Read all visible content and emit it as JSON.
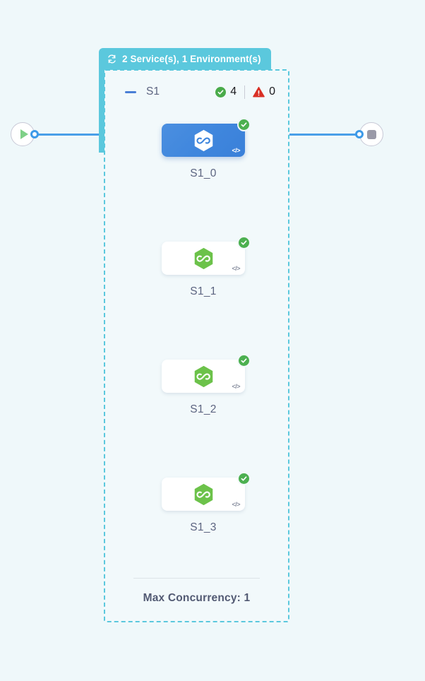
{
  "canvas": {
    "background_color": "#eff8fa"
  },
  "flow": {
    "start_endpoint": {
      "icon": "play-icon",
      "icon_color": "#7ed087"
    },
    "end_endpoint": {
      "icon": "stop-icon",
      "icon_color": "#9a9aa8"
    },
    "connector_color": "#4a9fe8"
  },
  "service_tab": {
    "icon": "refresh-loop-icon",
    "label": "2 Service(s), 1 Environment(s)",
    "background_color": "#5bc8dd",
    "text_color": "#ffffff"
  },
  "group": {
    "border_color": "#5bc8dd",
    "border_style": "dashed",
    "collapse_icon": "minus-icon",
    "name": "S1",
    "counters": [
      {
        "icon": "check-circle-icon",
        "icon_color": "#4aab4a",
        "value": "4"
      },
      {
        "icon": "warning-triangle-icon",
        "icon_color": "#d93025",
        "value": "0"
      }
    ]
  },
  "nodes": [
    {
      "label": "S1_0",
      "selected": true,
      "status": "healthy",
      "status_icon": "check-circle-icon",
      "type_icon": "hexagon-loop-icon",
      "code_icon": "</>",
      "card_color": "#3f86dd",
      "hexagon_color": "#ffffff"
    },
    {
      "label": "S1_1",
      "selected": false,
      "status": "healthy",
      "status_icon": "check-circle-icon",
      "type_icon": "hexagon-loop-icon",
      "code_icon": "</>",
      "card_color": "#ffffff",
      "hexagon_color": "#6cc24a"
    },
    {
      "label": "S1_2",
      "selected": false,
      "status": "healthy",
      "status_icon": "check-circle-icon",
      "type_icon": "hexagon-loop-icon",
      "code_icon": "</>",
      "card_color": "#ffffff",
      "hexagon_color": "#6cc24a"
    },
    {
      "label": "S1_3",
      "selected": false,
      "status": "healthy",
      "status_icon": "check-circle-icon",
      "type_icon": "hexagon-loop-icon",
      "code_icon": "</>",
      "card_color": "#ffffff",
      "hexagon_color": "#6cc24a"
    }
  ],
  "footer": {
    "max_concurrency_label": "Max Concurrency: 1"
  }
}
